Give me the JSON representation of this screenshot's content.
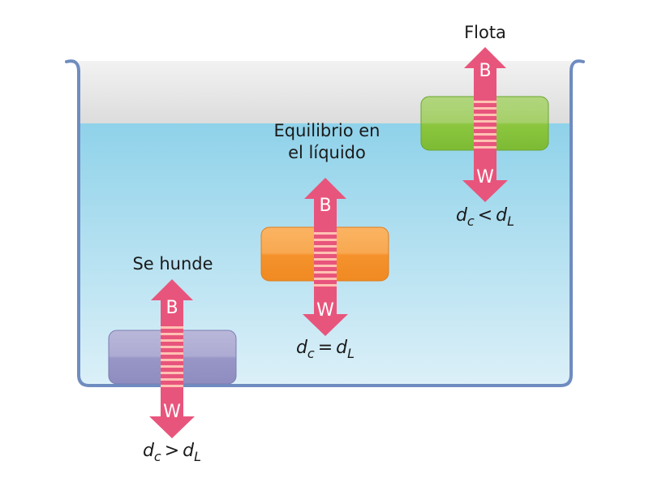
{
  "colors": {
    "tank_outline": "#6f8cc0",
    "air": "#e6e6e6",
    "water_top": "#8fd2ea",
    "water_bottom": "#d8eef7",
    "arrow": "#e8557c",
    "arrow_stripe": "#ffc2b3"
  },
  "cases": {
    "sink": {
      "caption_line1": "Se hunde",
      "buoyancy_label": "B",
      "weight_label": "W",
      "rel_d1": "d",
      "rel_sub1": "c",
      "rel_op": ">",
      "rel_d2": "d",
      "rel_sub2": "L",
      "block_color": "#9a99c8"
    },
    "equilibrium": {
      "caption_line1": "Equilibrio en",
      "caption_line2": "el líquido",
      "buoyancy_label": "B",
      "weight_label": "W",
      "rel_d1": "d",
      "rel_sub1": "c",
      "rel_op": "=",
      "rel_d2": "d",
      "rel_sub2": "L",
      "block_color": "#f59a3a"
    },
    "float": {
      "caption_line1": "Flota",
      "buoyancy_label": "B",
      "weight_label": "W",
      "rel_d1": "d",
      "rel_sub1": "c",
      "rel_op": "<",
      "rel_d2": "d",
      "rel_sub2": "L",
      "block_color": "#8cc63f"
    }
  }
}
